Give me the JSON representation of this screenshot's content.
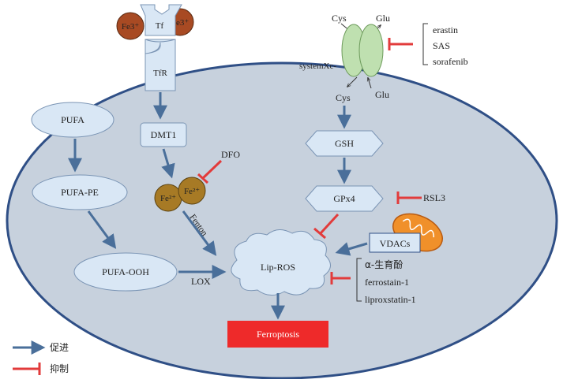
{
  "diagram": {
    "nodes": {
      "fe3_left": "Fe3⁺",
      "tf": "Tf",
      "fe3_right": "Fe3⁺",
      "tfr": "TfR",
      "dmt1": "DMT1",
      "fe2_left": "Fe²⁺",
      "fe2_right": "Fe²⁺",
      "dfo": "DFO",
      "fenton": "Fenton",
      "pufa": "PUFA",
      "pufa_pe": "PUFA-PE",
      "pufa_ooh": "PUFA-OOH",
      "lox": "LOX",
      "lip_ros": "Lip-ROS",
      "ferroptosis": "Ferroptosis",
      "cys_top": "Cys",
      "glu_top": "Glu",
      "system_xc": "systemXc-",
      "cys_bottom": "Cys",
      "glu_bottom": "Glu",
      "gsh": "GSH",
      "gpx4": "GPx4",
      "rsl3": "RSL3",
      "vdacs": "VDACs"
    },
    "system_xc_inhibitors": [
      "erastin",
      "SAS",
      "sorafenib"
    ],
    "lip_ros_inhibitors": [
      "α-生育酚",
      "ferrostain-1",
      "liproxstatin-1"
    ]
  },
  "legend": {
    "promote": "促进",
    "inhibit": "抑制"
  },
  "colors": {
    "cell_fill": "#c7d1dd",
    "cell_stroke": "#2f4f86",
    "arrow": "#4a6f9a",
    "inhibit": "#e23b3b",
    "fe3": "#a84a23",
    "fe2": "#a77a25",
    "node_fill": "#d9e7f5",
    "transporter": "#bfe0b0",
    "ferroptosis": "#ee2a2a",
    "mito": "#f0902a"
  }
}
